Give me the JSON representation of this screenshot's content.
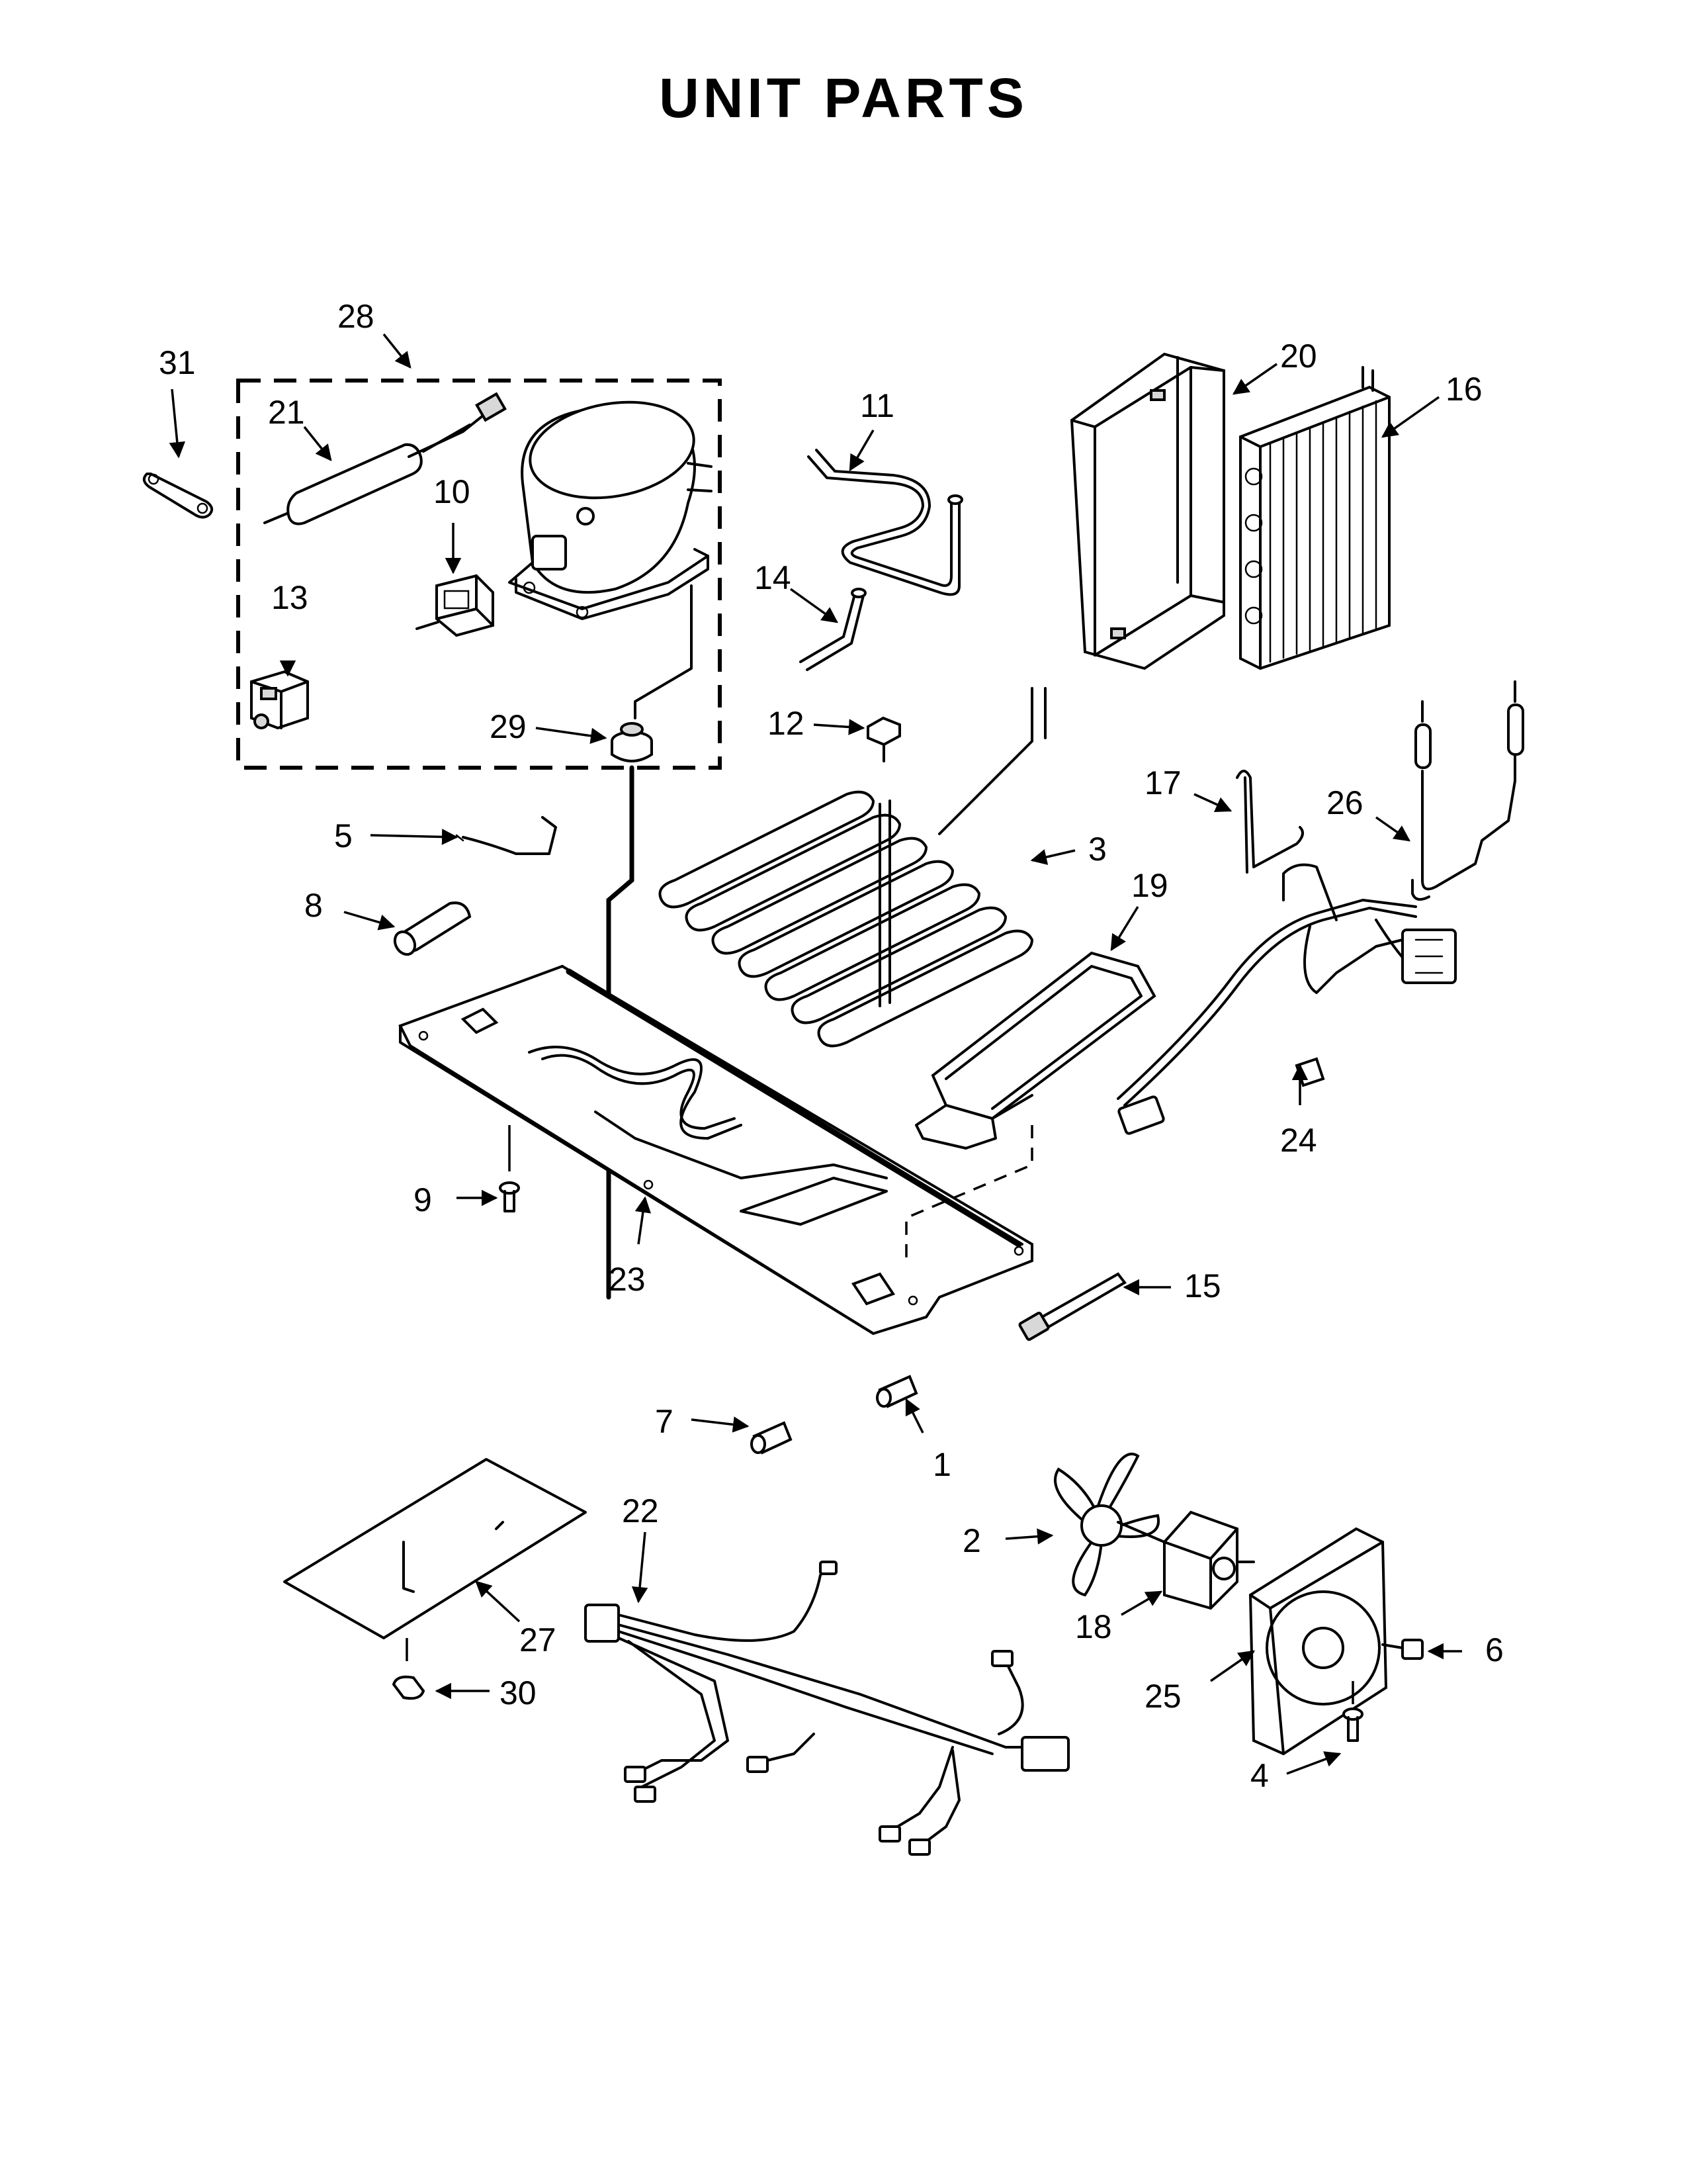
{
  "page": {
    "title": "UNIT PARTS"
  },
  "callouts": [
    {
      "id": "c1",
      "label": "1"
    },
    {
      "id": "c2",
      "label": "2"
    },
    {
      "id": "c3",
      "label": "3"
    },
    {
      "id": "c4",
      "label": "4"
    },
    {
      "id": "c5",
      "label": "5"
    },
    {
      "id": "c6",
      "label": "6"
    },
    {
      "id": "c7",
      "label": "7"
    },
    {
      "id": "c8",
      "label": "8"
    },
    {
      "id": "c9",
      "label": "9"
    },
    {
      "id": "c10",
      "label": "10"
    },
    {
      "id": "c11",
      "label": "11"
    },
    {
      "id": "c12",
      "label": "12"
    },
    {
      "id": "c13",
      "label": "13"
    },
    {
      "id": "c14",
      "label": "14"
    },
    {
      "id": "c15",
      "label": "15"
    },
    {
      "id": "c16",
      "label": "16"
    },
    {
      "id": "c17",
      "label": "17"
    },
    {
      "id": "c18",
      "label": "18"
    },
    {
      "id": "c19",
      "label": "19"
    },
    {
      "id": "c20",
      "label": "20"
    },
    {
      "id": "c21",
      "label": "21"
    },
    {
      "id": "c22",
      "label": "22"
    },
    {
      "id": "c23",
      "label": "23"
    },
    {
      "id": "c24",
      "label": "24"
    },
    {
      "id": "c25",
      "label": "25"
    },
    {
      "id": "c26",
      "label": "26"
    },
    {
      "id": "c27",
      "label": "27"
    },
    {
      "id": "c28",
      "label": "28"
    },
    {
      "id": "c29",
      "label": "29"
    },
    {
      "id": "c30",
      "label": "30"
    },
    {
      "id": "c31",
      "label": "31"
    }
  ]
}
